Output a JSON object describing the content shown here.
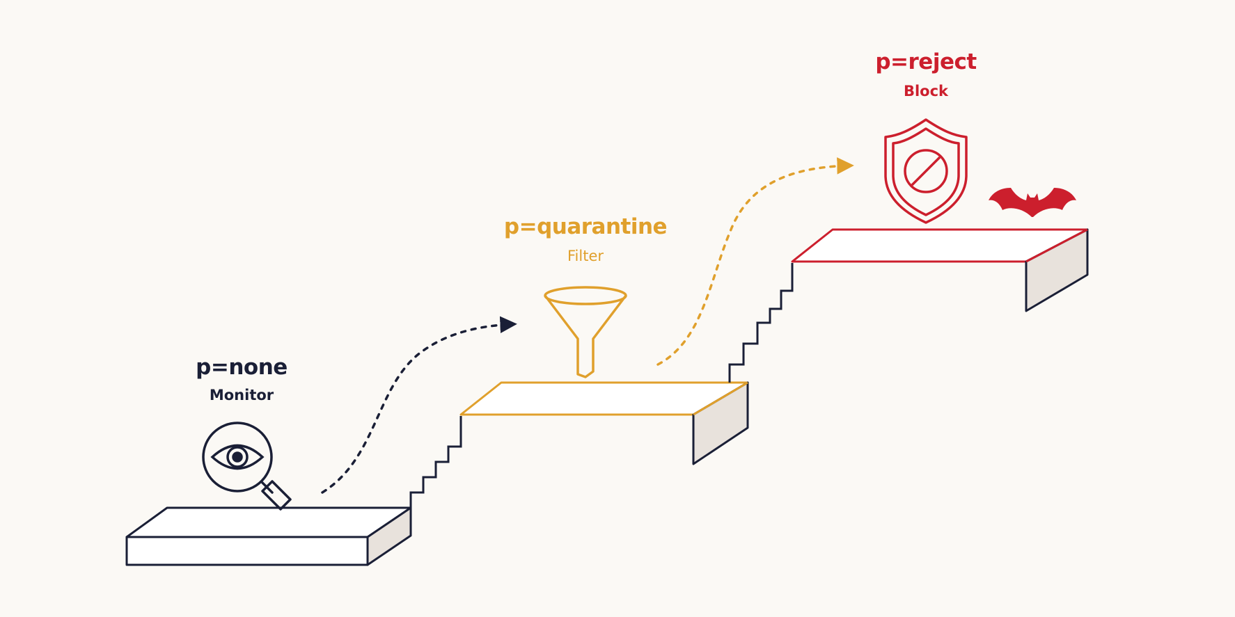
{
  "colors": {
    "background": "#fbf9f5",
    "none": "#1a1f36",
    "quarantine": "#e0a02c",
    "reject": "#cc1f2d",
    "block_side": "#e8e2dc"
  },
  "stages": [
    {
      "title": "p=none",
      "subtitle": "Monitor",
      "icon": "eye-magnifier-icon"
    },
    {
      "title": "p=quarantine",
      "subtitle": "Filter",
      "icon": "funnel-icon"
    },
    {
      "title": "p=reject",
      "subtitle": "Block",
      "icon": "shield-block-icon"
    }
  ],
  "decorations": {
    "bat": "bat-icon"
  }
}
